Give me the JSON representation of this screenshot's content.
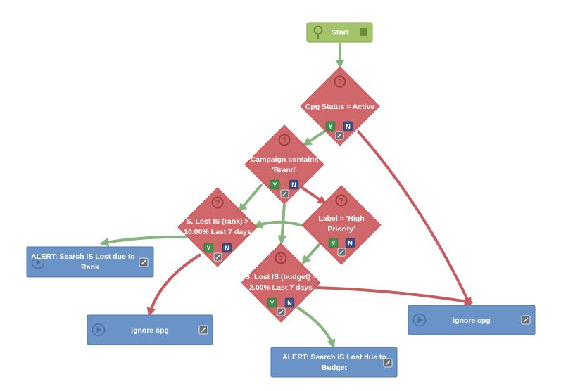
{
  "start": {
    "label": "Start",
    "icon": "map-pin-icon",
    "stop_icon": "stop-square-icon"
  },
  "conditions": [
    {
      "id": "cpg-status",
      "lines": [
        "Cpg Status = Active"
      ],
      "yes": "Y",
      "no": "N"
    },
    {
      "id": "campaign-contains",
      "lines": [
        "Campaign contains",
        "'Brand'"
      ],
      "yes": "Y",
      "no": "N"
    },
    {
      "id": "lost-is-rank",
      "lines": [
        "S. Lost IS (rank) >",
        "10.00% Last 7 days"
      ],
      "yes": "Y",
      "no": "N"
    },
    {
      "id": "label-high-priority",
      "lines": [
        "Label = 'High",
        "Priority'"
      ],
      "yes": "Y",
      "no": "N"
    },
    {
      "id": "lost-is-budget",
      "lines": [
        "S. Lost IS (budget) >",
        "2.00% Last 7 days"
      ],
      "yes": "Y",
      "no": "N"
    }
  ],
  "actions": [
    {
      "id": "alert-rank",
      "lines": [
        "ALERT: Search IS Lost due to",
        "Rank"
      ]
    },
    {
      "id": "ignore-left",
      "lines": [
        "ignore cpg"
      ]
    },
    {
      "id": "alert-budget",
      "lines": [
        "ALERT: Search IS Lost due to",
        "Budget"
      ]
    },
    {
      "id": "ignore-right",
      "lines": [
        "ignore cpg"
      ]
    }
  ],
  "colors": {
    "condition": "#d0676a",
    "action": "#6a93c8",
    "start": "#a4c46a",
    "yes_edge": "#86b37e",
    "no_edge": "#c65c5f"
  }
}
